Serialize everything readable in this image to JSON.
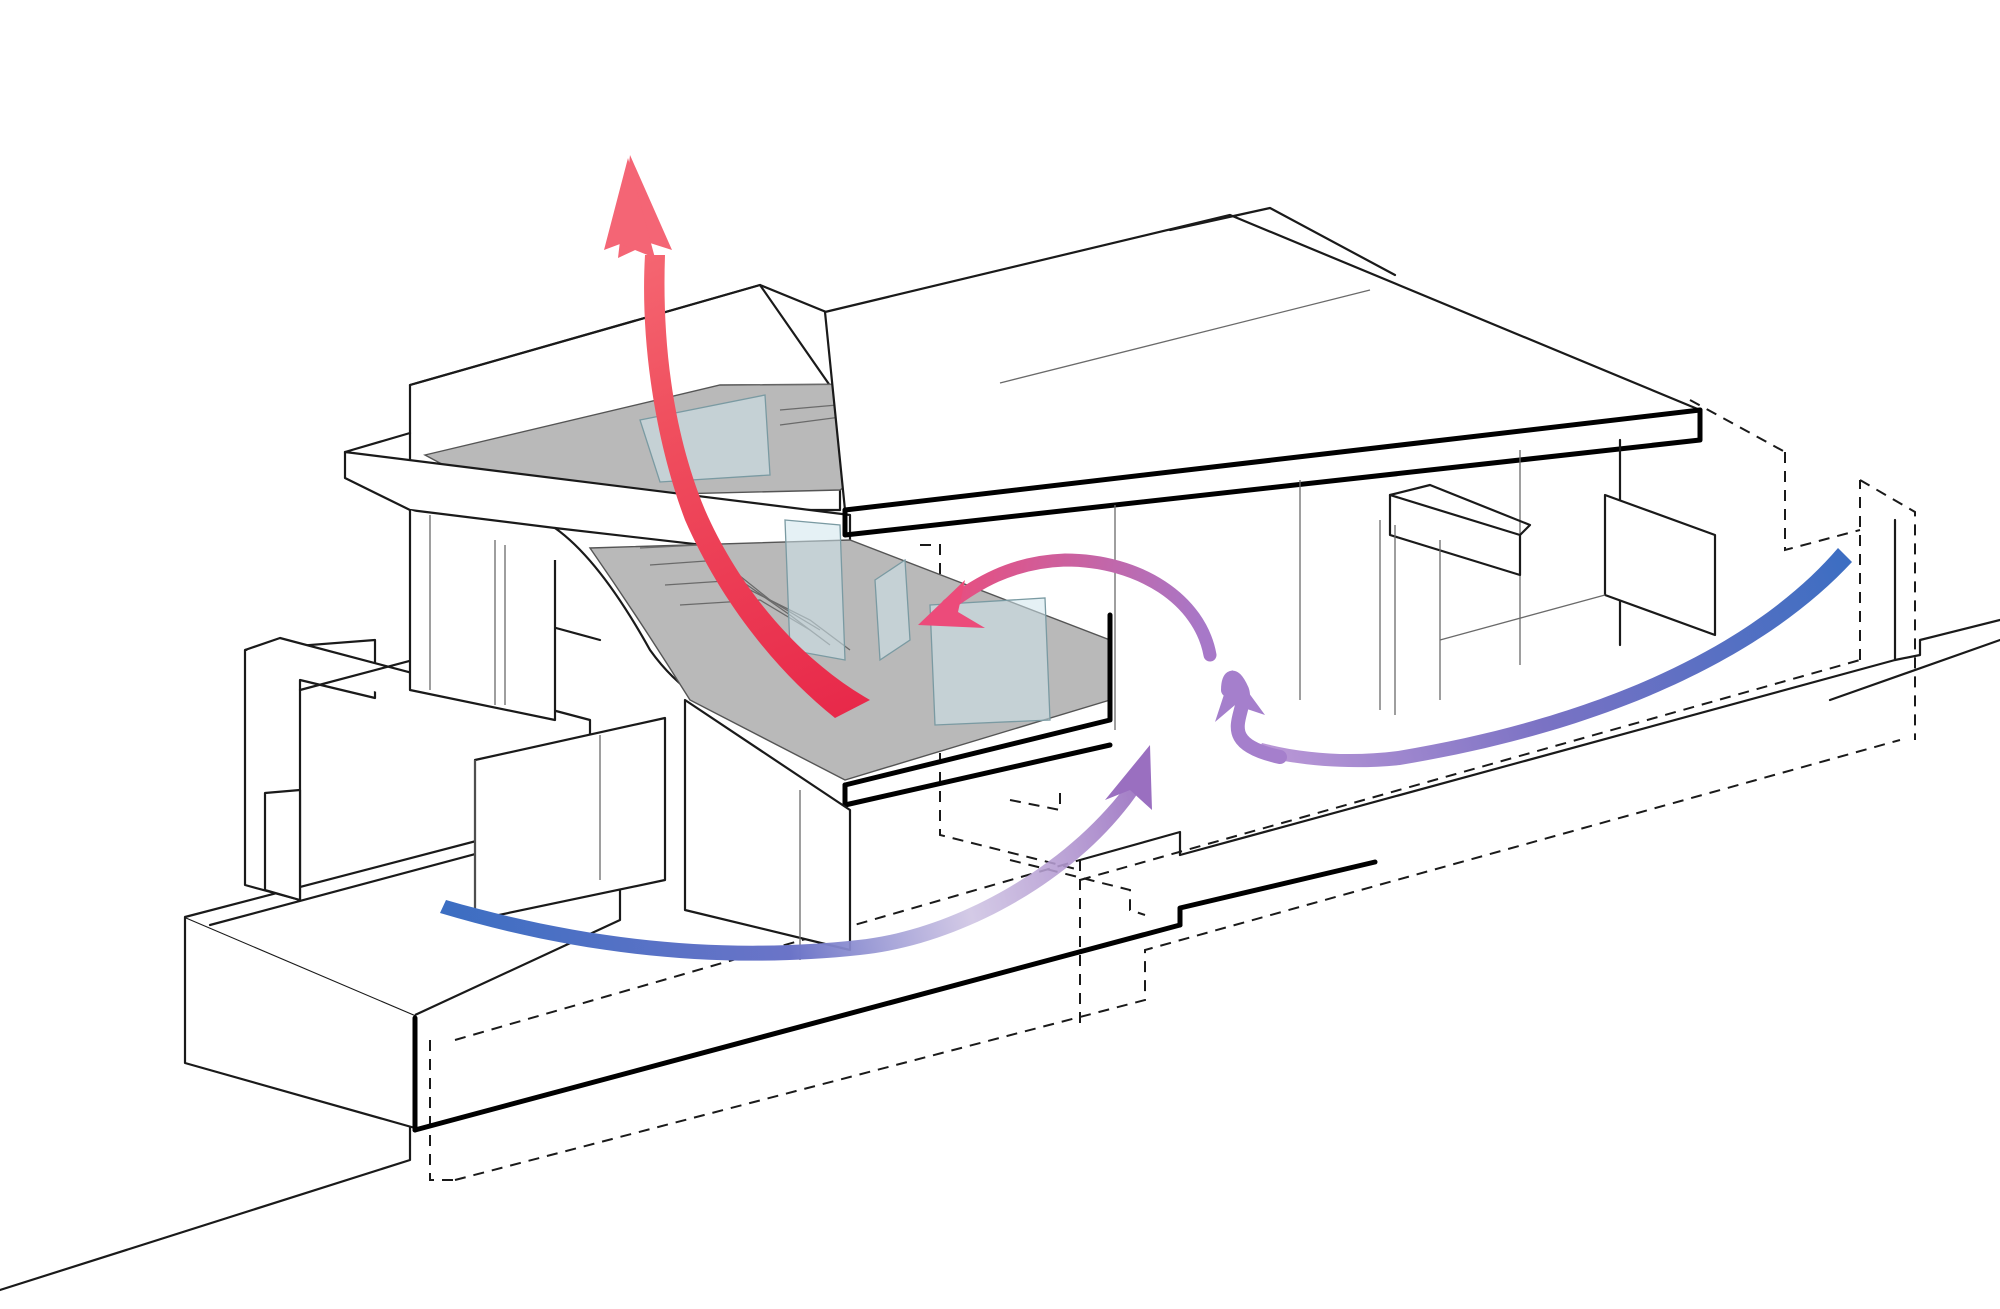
{
  "diagram": {
    "colors": {
      "hot_air": "#ee3a4e",
      "hot_air_light": "#f6707f",
      "transition": "#9a6fc0",
      "cool_air": "#3b6ec2",
      "line": "#1a1a1a",
      "floor_shade": "#b9b9b9",
      "glass": "#cfe6ec"
    },
    "icons": [
      "hot-air-arrow",
      "cool-air-arrow",
      "circulation-arrow"
    ]
  }
}
